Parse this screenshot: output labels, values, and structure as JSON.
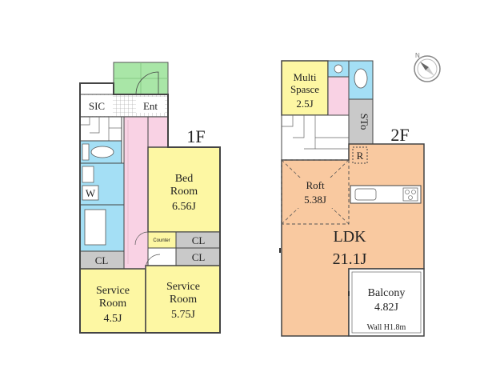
{
  "floor1": {
    "label": "1F",
    "rooms": {
      "sic": "SIC",
      "ent": "Ent",
      "bed_room": [
        "Bed",
        "Room",
        "6.56J"
      ],
      "counter": "Counter",
      "cl_bed": "CL",
      "cl_left": "CL",
      "cl_right": "CL",
      "w": "W",
      "service_room_left": [
        "Service",
        "Room",
        "4.5J"
      ],
      "service_room_right": [
        "Service",
        "Room",
        "5.75J"
      ]
    }
  },
  "floor2": {
    "label": "2F",
    "rooms": {
      "multi_space": [
        "Multi",
        "Spasce",
        "2.5J"
      ],
      "sto": "STo",
      "r": "R",
      "roft": [
        "Roft",
        "5.38J"
      ],
      "ldk": [
        "LDK",
        "21.1J"
      ],
      "balcony": [
        "Balcony",
        "4.82J"
      ],
      "wall_note": "Wall H1.8m"
    }
  },
  "colors": {
    "yellow": "#fdf7a3",
    "blue": "#a4dff5",
    "peach": "#f9c9a0",
    "pink": "#f9d2e4",
    "green": "#a9e6a7",
    "gray": "#c9c9c9",
    "wall": "#444444"
  },
  "compass_icon": "north-compass-icon"
}
